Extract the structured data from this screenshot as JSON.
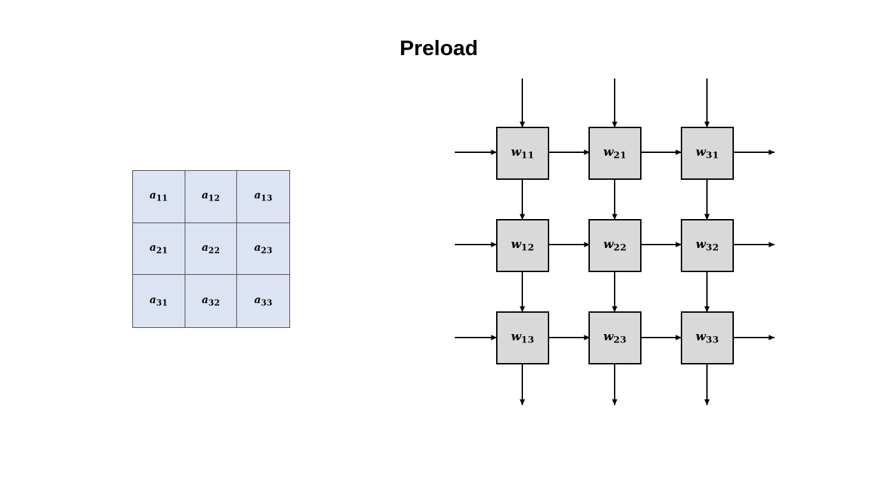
{
  "slide": {
    "title": "Preload",
    "background_color": "#ffffff"
  },
  "matrix": {
    "name": "input-activation-matrix",
    "fill_color": "#dce3f2",
    "border_color": "#4a4a52",
    "rows": [
      [
        {
          "base": "a",
          "sub": "11"
        },
        {
          "base": "a",
          "sub": "12"
        },
        {
          "base": "a",
          "sub": "13"
        }
      ],
      [
        {
          "base": "a",
          "sub": "21"
        },
        {
          "base": "a",
          "sub": "22"
        },
        {
          "base": "a",
          "sub": "23"
        }
      ],
      [
        {
          "base": "a",
          "sub": "31"
        },
        {
          "base": "a",
          "sub": "32"
        },
        {
          "base": "a",
          "sub": "33"
        }
      ]
    ]
  },
  "systolic_array": {
    "name": "weight-stationary-pe-grid",
    "fill_color": "#d9d9d9",
    "border_color": "#000000",
    "arrow_color": "#000000",
    "cells": [
      [
        {
          "base": "w",
          "sub": "11"
        },
        {
          "base": "w",
          "sub": "21"
        },
        {
          "base": "w",
          "sub": "31"
        }
      ],
      [
        {
          "base": "w",
          "sub": "12"
        },
        {
          "base": "w",
          "sub": "22"
        },
        {
          "base": "w",
          "sub": "32"
        }
      ],
      [
        {
          "base": "w",
          "sub": "13"
        },
        {
          "base": "w",
          "sub": "23"
        },
        {
          "base": "w",
          "sub": "33"
        }
      ]
    ]
  }
}
